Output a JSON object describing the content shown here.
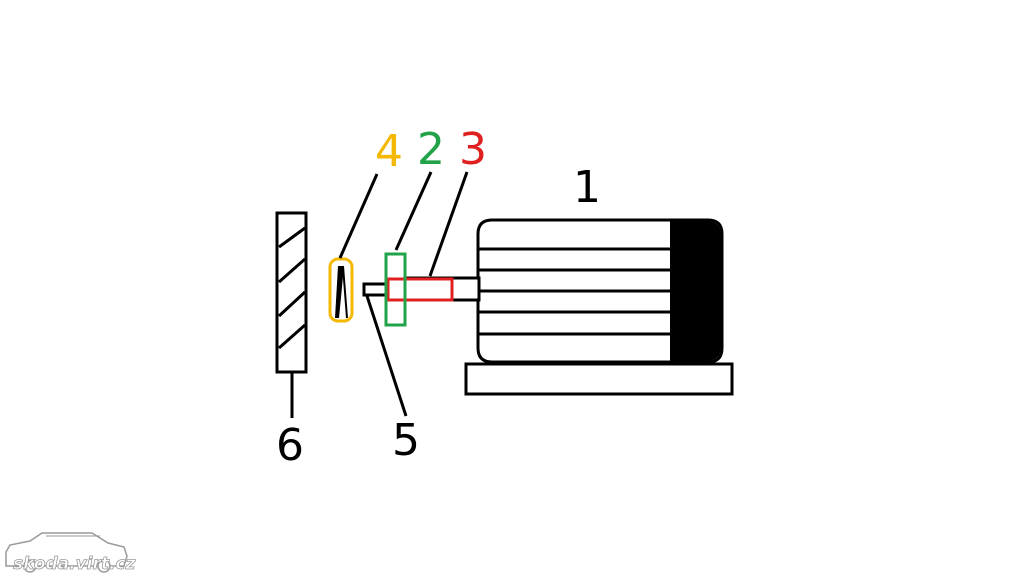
{
  "labels": {
    "motor": "1",
    "green_part": "2",
    "red_part": "3",
    "yellow_part": "4",
    "shaft_end": "5",
    "wall_plate": "6"
  },
  "colors": {
    "outline": "#000000",
    "motor_end_cap": "#000000",
    "label_4": "#f5b800",
    "label_2": "#22a34a",
    "label_3": "#e02020",
    "highlight_4": "#f5b800",
    "highlight_2": "#22a34a",
    "highlight_3": "#e02020",
    "watermark": "#9a9a9a"
  },
  "watermark": {
    "text": "skoda.virt.cz"
  }
}
